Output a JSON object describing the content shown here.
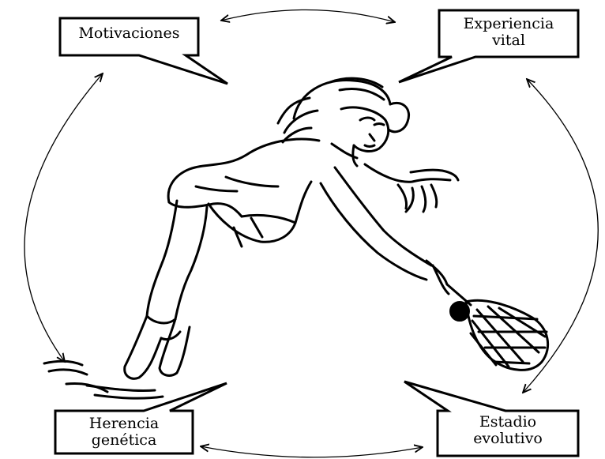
{
  "boxes": {
    "motivaciones": {
      "line1": "Motivaciones"
    },
    "experiencia": {
      "line1": "Experiencia",
      "line2": "vital"
    },
    "herencia": {
      "line1": "Herencia",
      "line2": "genética"
    },
    "estadio": {
      "line1": "Estadio",
      "line2": "evolutivo"
    }
  },
  "colors": {
    "ink": "#000000",
    "background": "#ffffff"
  }
}
